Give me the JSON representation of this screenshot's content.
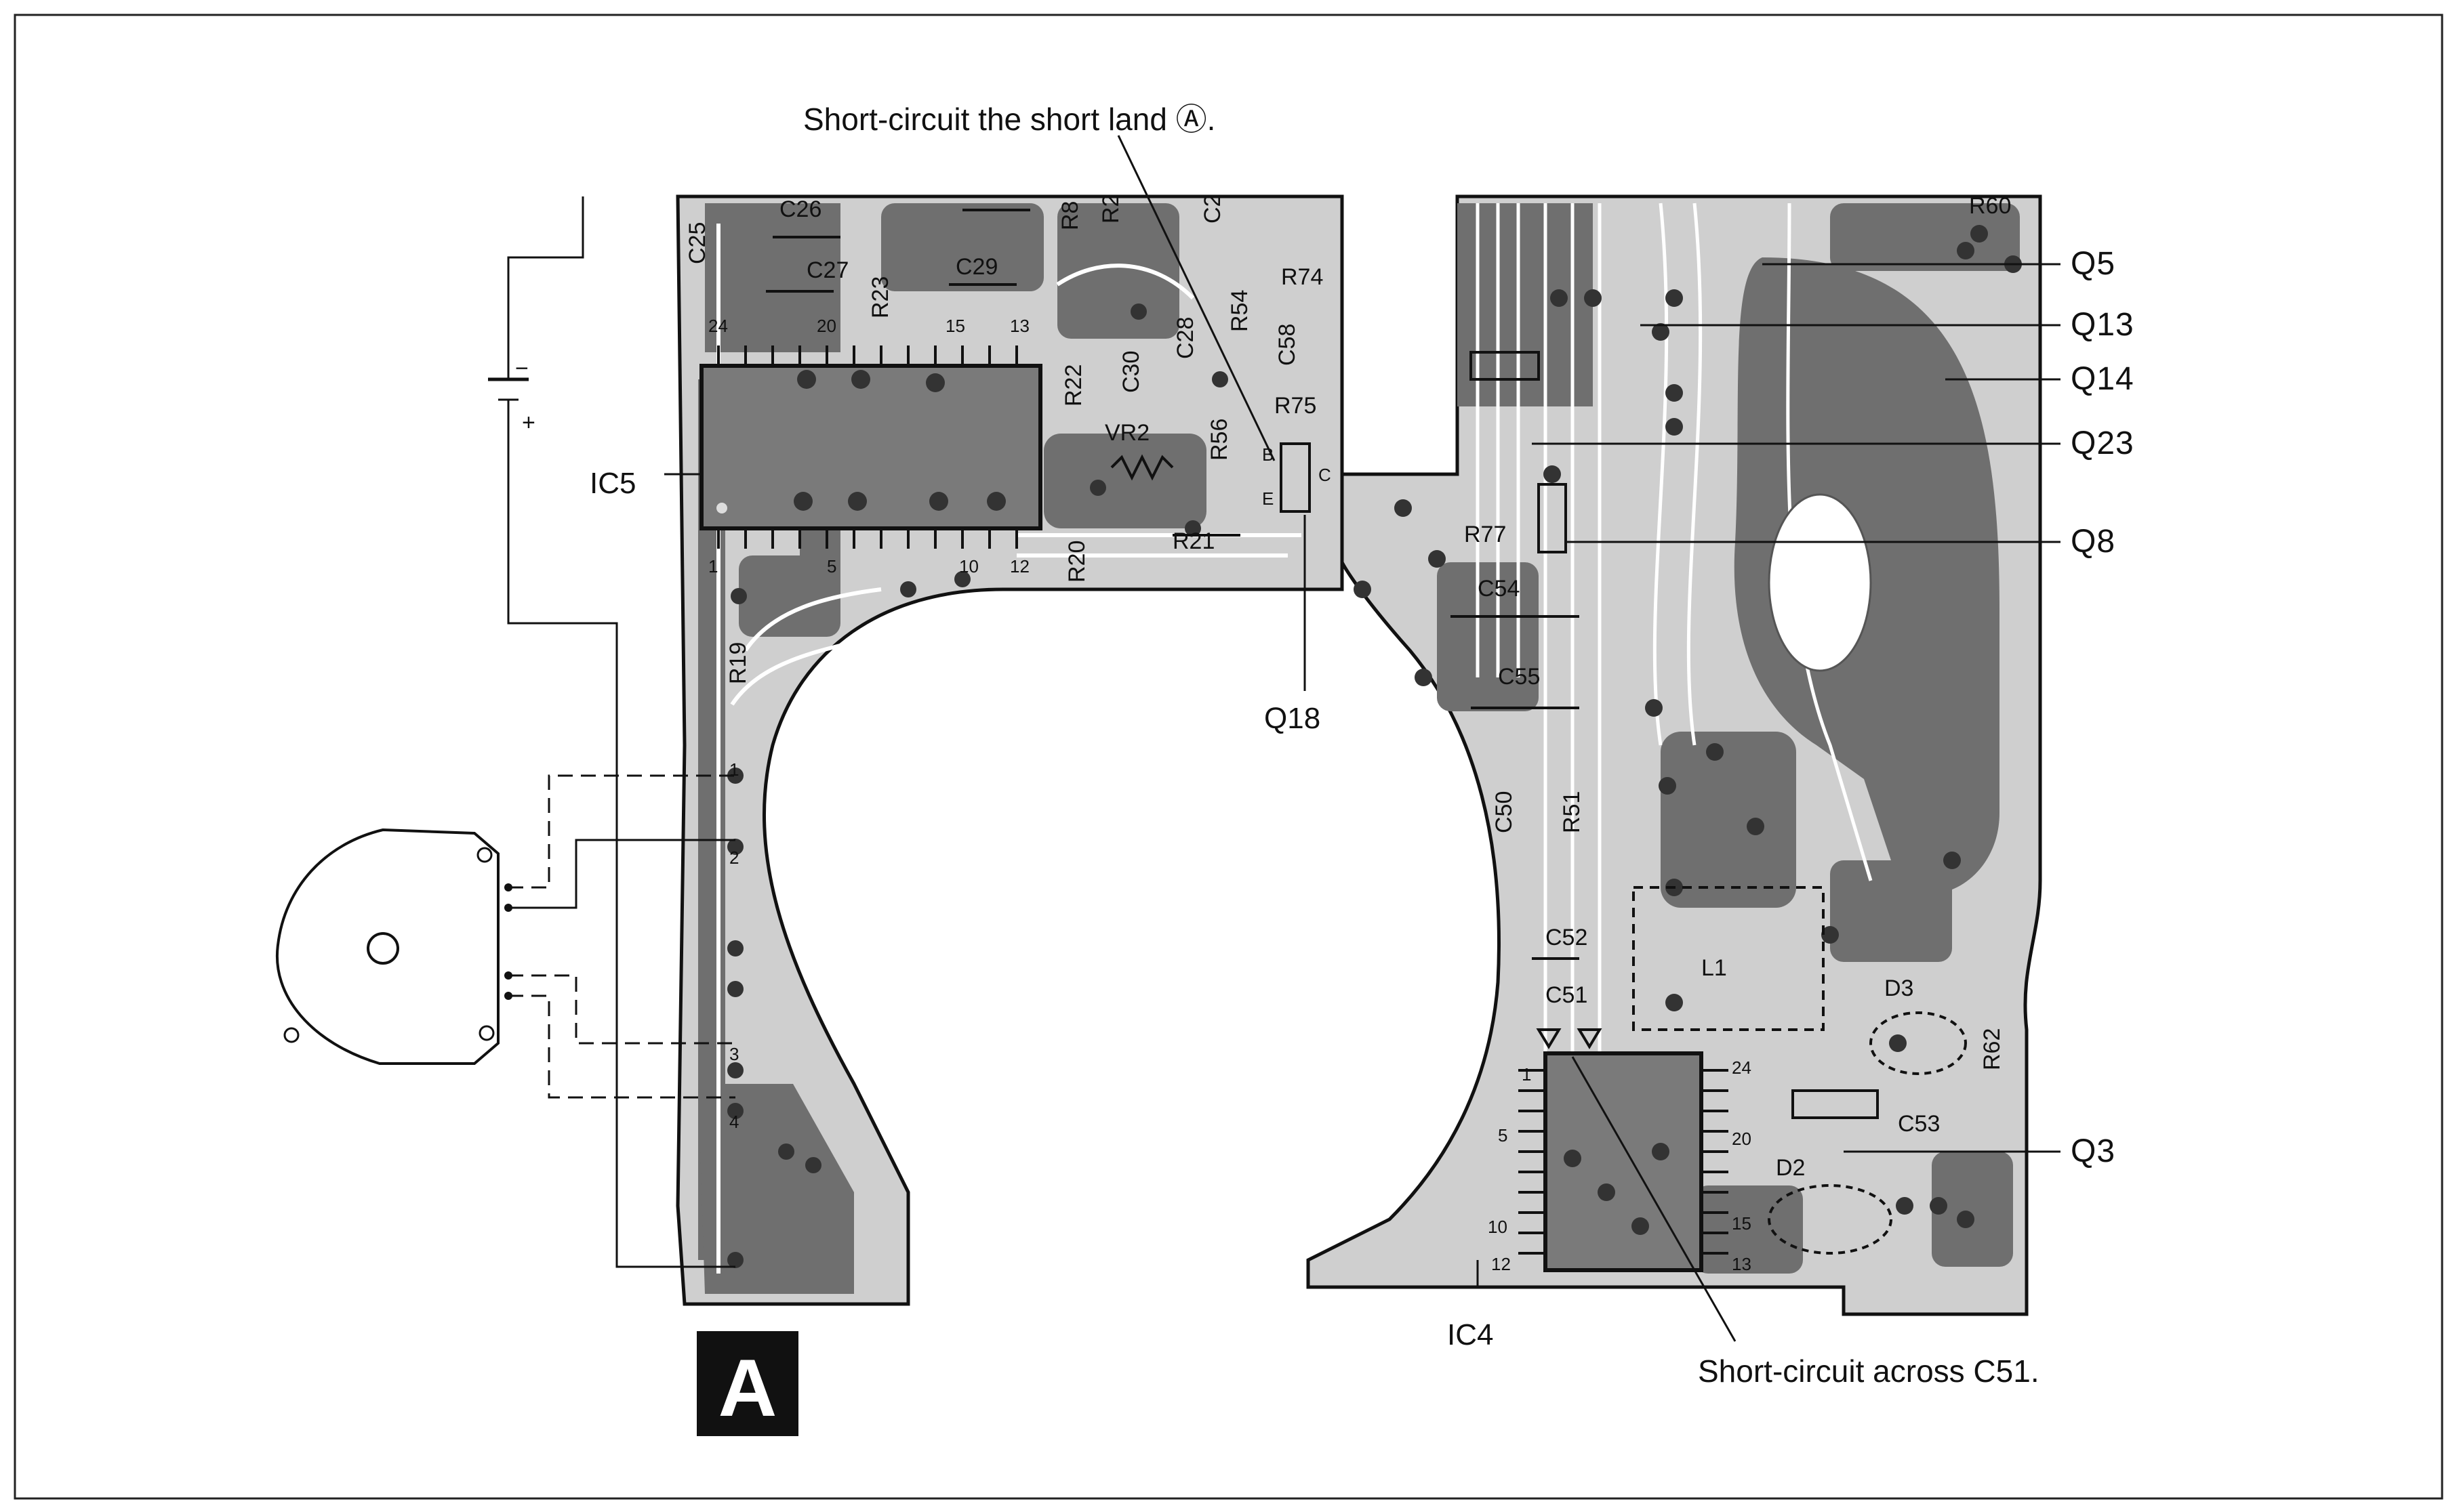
{
  "annotations": {
    "short_land": "Short-circuit the short land Ⓐ.",
    "short_c51": "Short-circuit across C51."
  },
  "panel_label": "A",
  "right_labels": [
    "Q5",
    "Q13",
    "Q14",
    "Q23",
    "Q8",
    "Q3"
  ],
  "left_labels": {
    "ic5": "IC5",
    "ic4": "IC4",
    "q18": "Q18"
  },
  "board_labels": {
    "c25": "C25",
    "c26": "C26",
    "c27": "C27",
    "c29": "C29",
    "r23": "R23",
    "r8": "R8",
    "r22": "R22",
    "r2": "R2",
    "c2x": "C2",
    "c30": "C30",
    "c28": "C28",
    "r54": "R54",
    "r74": "R74",
    "c58": "C58",
    "r75": "R75",
    "r56": "R56",
    "vr2": "VR2",
    "r20": "R20",
    "r21": "R21",
    "r19": "R19",
    "r77": "R77",
    "c54": "C54",
    "c55": "C55",
    "c50": "C50",
    "r51": "R51",
    "c52": "C52",
    "c51": "C51",
    "l1": "L1",
    "d3": "D3",
    "r62": "R62",
    "c53": "C53",
    "d2": "D2",
    "r60": "R60"
  },
  "pin_labels": {
    "ic5": [
      "24",
      "20",
      "15",
      "13",
      "1",
      "5",
      "10",
      "12"
    ],
    "ic4": [
      "1",
      "5",
      "10",
      "12",
      "24",
      "20",
      "15",
      "13"
    ],
    "motor": [
      "1",
      "2",
      "3",
      "4"
    ]
  },
  "terminal_letters": [
    "B",
    "C",
    "E"
  ],
  "battery_marks": [
    "−",
    "+"
  ]
}
